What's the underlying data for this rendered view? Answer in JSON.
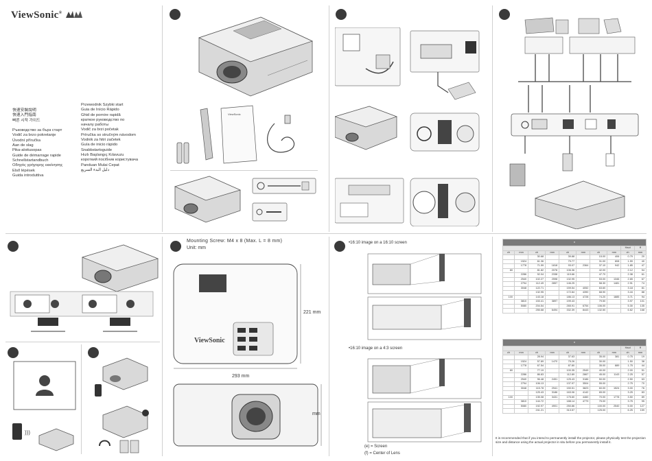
{
  "brand": {
    "name": "ViewSonic",
    "mark": "®"
  },
  "languages_left": [
    "快速安裝說明",
    "快速入門指南",
    "빠른 시작 가이드",
    "",
    "Ръководство за бърз старт",
    "Vodič za brzo pokretanje",
    "Úvodní příručka",
    "Aan de slag",
    "Pika-aloitusopas",
    "Guide de démarrage rapide",
    "Schnellstartandbuch",
    "Οδηγός γρήγορης εκκίνησης",
    "Első lépések",
    "Guida introduttiva"
  ],
  "languages_right": [
    "Przewodnik Szybki start",
    "Guia de Início Rápido",
    "Ghid de pornire rapidă",
    "краткое руководство по",
    "началу работы",
    "Vodič za brzi početak",
    "Príručka so stručným návodom",
    "Vodnik za hitri začetek",
    "Guía de inicio rápido",
    "Snabbstartsguide",
    "Hızlı Başlangıç Kılavuzu",
    "короткий посібник користувача",
    "Panduan Mulai Cepat",
    "دليل البدء السريع"
  ],
  "mounting": {
    "screw": "Mounting Screw: M4 x 8 (Max. L = 8 mm)",
    "unit": "Unit: mm",
    "dim_width": "293 mm",
    "dim_height": "221 mm",
    "dim_depth": "mm"
  },
  "screen": {
    "title_1610": "•16:10 image on a 16:10 screen",
    "title_43": "•16:10 image on a 4:3 screen",
    "legend_e": "(e) = Screen",
    "legend_f": "(f) = Center of Lens"
  },
  "table1": {
    "header_n": "n",
    "header_hf": "Haut",
    "header_hf2": "ff",
    "units": [
      "ch",
      "mm",
      "ch",
      "mm",
      "ch",
      "mm",
      "ch",
      "mm",
      "ch",
      "mm"
    ],
    "rows": [
      [
        "",
        "",
        "30.68",
        "",
        "39.88",
        "",
        "15.00",
        "406",
        "0.79",
        "20"
      ],
      [
        "",
        "1524",
        "61.36",
        "",
        "79.77",
        "",
        "31.00",
        "808",
        "1.59",
        "40"
      ],
      [
        "",
        "1778",
        "71.59",
        "1818",
        "93.07",
        "2364",
        "37.10",
        "942",
        "1.85",
        "47"
      ],
      [
        "80",
        "",
        "81.82",
        "2078",
        "106.36",
        "",
        "42.00",
        "",
        "2.12",
        "54"
      ],
      [
        "",
        "2286",
        "92.04",
        "2338",
        "119.66",
        "",
        "47.70",
        "",
        "2.38",
        "61"
      ],
      [
        "",
        "2540",
        "102.27",
        "2598",
        "132.95",
        "",
        "53.00",
        "1346",
        "2.65",
        "67"
      ],
      [
        "",
        "2794",
        "112.49",
        "2857",
        "146.25",
        "",
        "58.30",
        "1481",
        "2.91",
        "74"
      ],
      [
        "",
        "3048",
        "122.71",
        "",
        "159.54",
        "4052",
        "63.60",
        "",
        "3.18",
        "81"
      ],
      [
        "",
        "",
        "132.95",
        "",
        "172.84",
        "4390",
        "68.90",
        "",
        "3.44",
        "88"
      ],
      [
        "100",
        "",
        "143.18",
        "",
        "186.13",
        "4728",
        "74.20",
        "1885",
        "3.71",
        "94"
      ],
      [
        "",
        "3810",
        "153.41",
        "3897",
        "199.43",
        "",
        "79.50",
        "",
        "3.97",
        "101"
      ],
      [
        "",
        "5080",
        "204.54",
        "",
        "265.91",
        "6754",
        "106.00",
        "",
        "5.30",
        "135"
      ],
      [
        "",
        "",
        "255.68",
        "6494",
        "332.39",
        "8443",
        "132.50",
        "",
        "6.62",
        "168"
      ]
    ]
  },
  "table2": {
    "header_n": "n",
    "header_hf": "Haut",
    "header_hf2": "ff",
    "units": [
      "ch",
      "mm",
      "ch",
      "mm",
      "ch",
      "mm",
      "ch",
      "mm",
      "ch",
      "mm"
    ],
    "rows": [
      [
        "",
        "",
        "28.94",
        "",
        "37.63",
        "",
        "35.00",
        "381",
        "0.75",
        "19"
      ],
      [
        "",
        "1524",
        "57.89",
        "1470",
        "75.26",
        "",
        "30.00",
        "",
        "1.50",
        "38"
      ],
      [
        "",
        "1778",
        "67.54",
        "",
        "87.80",
        "",
        "35.00",
        "889",
        "1.75",
        "44"
      ],
      [
        "80",
        "",
        "77.19",
        "",
        "100.35",
        "2549",
        "40.00",
        "",
        "2.00",
        "51"
      ],
      [
        "",
        "2286",
        "86.83",
        "",
        "112.89",
        "2867",
        "45.00",
        "1143",
        "2.25",
        "57"
      ],
      [
        "",
        "2540",
        "96.48",
        "2451",
        "125.43",
        "3186",
        "50.00",
        "",
        "2.50",
        "63"
      ],
      [
        "",
        "2794",
        "106.13",
        "",
        "137.97",
        "3504",
        "55.00",
        "",
        "2.75",
        "70"
      ],
      [
        "",
        "3048",
        "115.78",
        "2941",
        "150.51",
        "3823",
        "60.00",
        "1524",
        "3.00",
        "76"
      ],
      [
        "",
        "",
        "125.43",
        "3186",
        "163.06",
        "4142",
        "65.00",
        "",
        "3.25",
        "83"
      ],
      [
        "100",
        "",
        "135.08",
        "3431",
        "175.60",
        "4460",
        "70.00",
        "1778",
        "3.50",
        "89"
      ],
      [
        "",
        "3810",
        "144.72",
        "",
        "188.14",
        "4779",
        "75.00",
        "",
        "3.75",
        "95"
      ],
      [
        "",
        "5080",
        "192.97",
        "4901",
        "250.86",
        "",
        "100.00",
        "2540",
        "5.00",
        "127"
      ],
      [
        "",
        "",
        "241.21",
        "",
        "313.57",
        "",
        "125.00",
        "",
        "6.25",
        "159"
      ]
    ]
  },
  "note": "It is recommended that if you intend to permanently install the projector, please physically test the projection size and distance using the actual projector in situ before you permanently install it.",
  "colors": {
    "step": "#3a3a3a",
    "header": "#7a7a7a",
    "line": "#cfcfcf"
  }
}
